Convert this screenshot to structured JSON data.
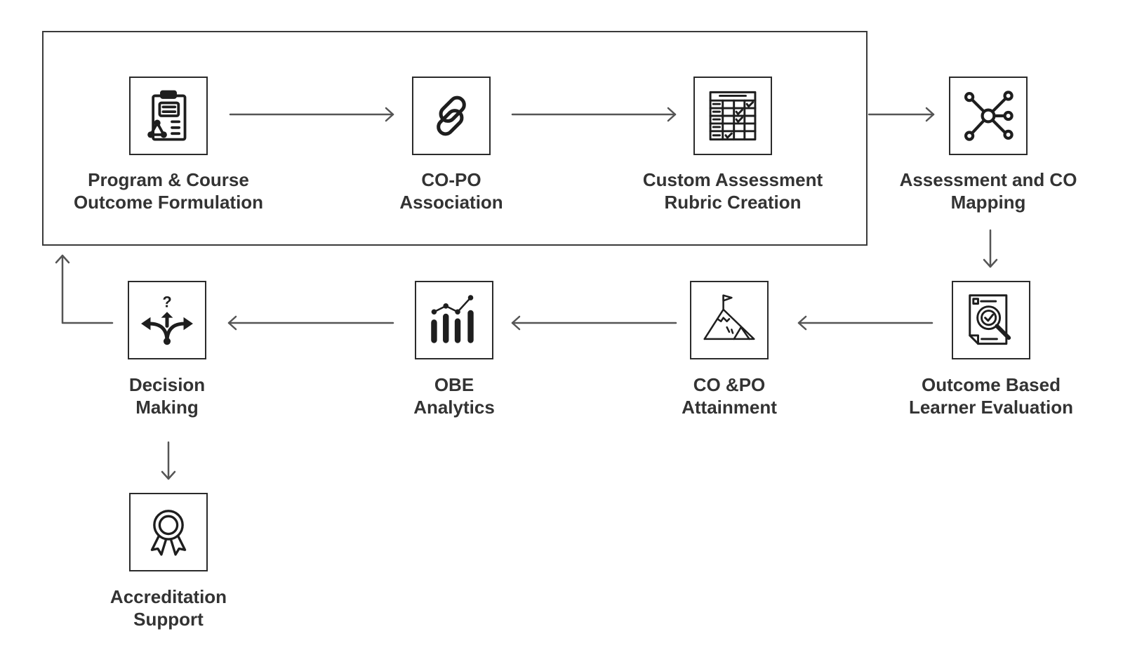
{
  "colors": {
    "line": "#555555",
    "box_border": "#2b2b2b",
    "icon": "#1e1e1e",
    "text": "#333333"
  },
  "nodes": [
    {
      "id": "program-course-outcome",
      "icon": "clipboard-network-icon",
      "line1": "Program & Course",
      "line2": "Outcome Formulation"
    },
    {
      "id": "co-po-association",
      "icon": "chain-link-icon",
      "line1": "CO-PO",
      "line2": "Association"
    },
    {
      "id": "custom-assessment-rubric",
      "icon": "rubric-grid-icon",
      "line1": "Custom Assessment",
      "line2": "Rubric Creation"
    },
    {
      "id": "assessment-co-mapping",
      "icon": "network-hub-icon",
      "line1": "Assessment and CO",
      "line2": "Mapping"
    },
    {
      "id": "outcome-based-evaluation",
      "icon": "document-magnifier-icon",
      "line1": "Outcome Based",
      "line2": "Learner Evaluation"
    },
    {
      "id": "co-po-attainment",
      "icon": "mountain-flag-icon",
      "line1": "CO &PO",
      "line2": "Attainment"
    },
    {
      "id": "obe-analytics",
      "icon": "bar-trend-icon",
      "line1": "OBE",
      "line2": "Analytics"
    },
    {
      "id": "decision-making",
      "icon": "crossroads-question-icon",
      "line1": "Decision",
      "line2": "Making"
    },
    {
      "id": "accreditation-support",
      "icon": "award-ribbon-icon",
      "line1": "Accreditation",
      "line2": "Support"
    }
  ]
}
